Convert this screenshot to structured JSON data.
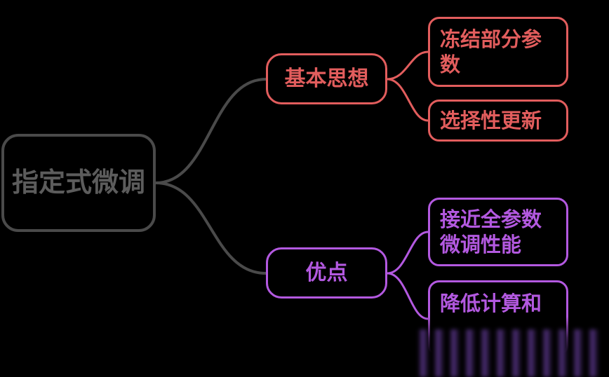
{
  "root": {
    "label": "指定式微调"
  },
  "branches": [
    {
      "label": "基本思想",
      "color": "#e25d5d",
      "leaves": [
        {
          "label": "冻结部分参数"
        },
        {
          "label": "选择性更新"
        }
      ]
    },
    {
      "label": "优点",
      "color": "#b359e0",
      "leaves": [
        {
          "label": "接近全参数微调性能"
        },
        {
          "label": "降低计算和"
        }
      ]
    }
  ],
  "connector_color": "#4a4a4a"
}
